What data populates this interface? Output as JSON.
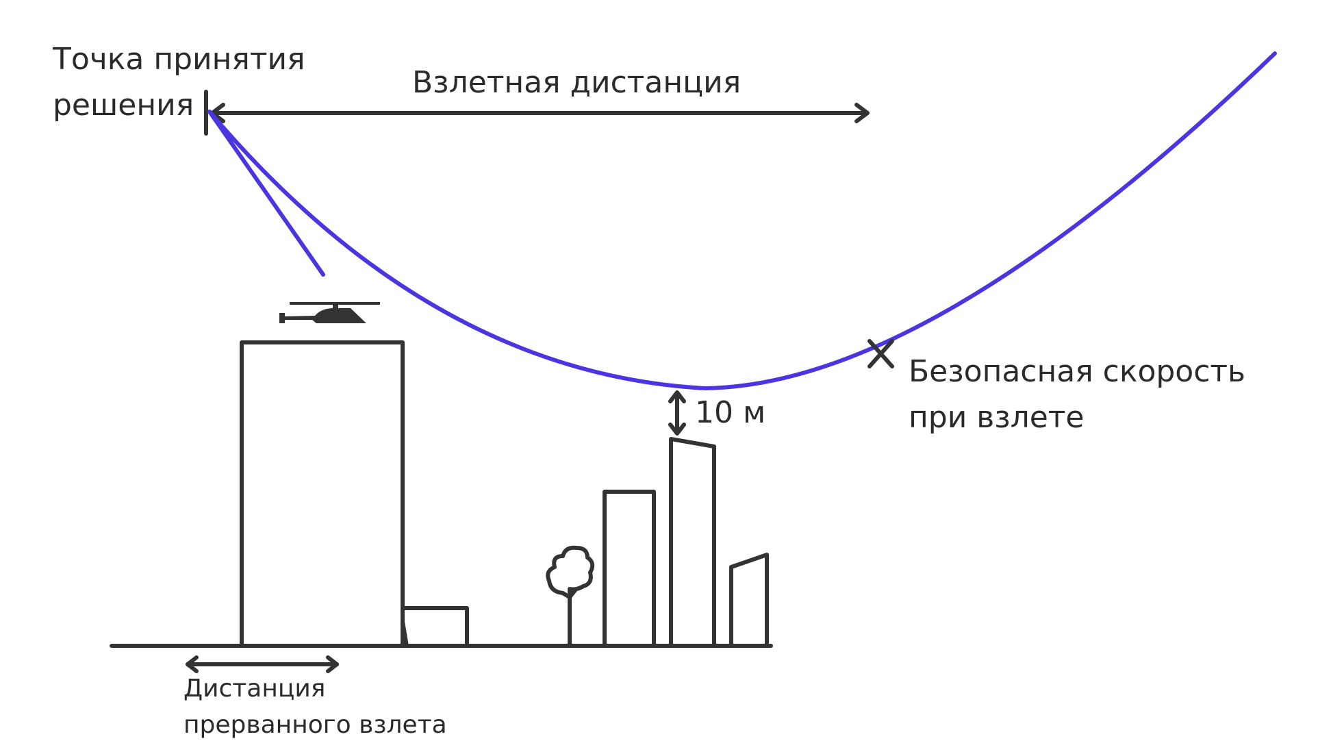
{
  "labels": {
    "decision_point_line1": "Точка принятия",
    "decision_point_line2": "решения",
    "takeoff_distance": "Взлетная дистанция",
    "safe_speed_line1": "Безопасная скорость",
    "safe_speed_line2": "при взлете",
    "clearance": "10 м",
    "rejected_line1": "Дистанция",
    "rejected_line2": "прерванного взлета"
  },
  "colors": {
    "flight_path": "#4a35e0",
    "ink": "#333333",
    "background": "#ffffff"
  },
  "icons": {
    "helicopter": "helicopter-icon",
    "tree": "tree-icon",
    "safe_speed_marker": "x-mark-icon"
  }
}
